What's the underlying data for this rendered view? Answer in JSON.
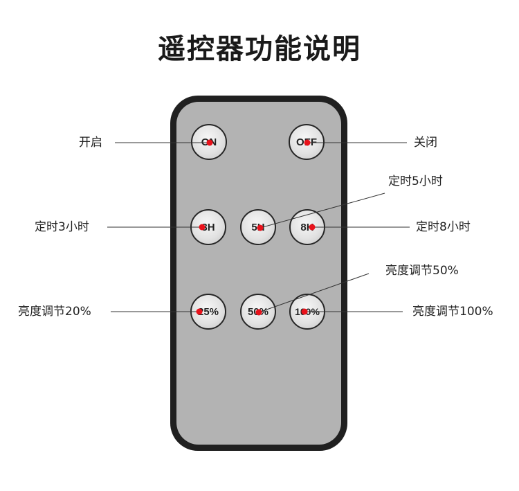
{
  "title": "遥控器功能说明",
  "buttons": {
    "on": "ON",
    "off": "OFF",
    "h3": "3H",
    "h5": "5H",
    "h8": "8H",
    "p25": "25%",
    "p50": "50%",
    "p100": "100%"
  },
  "labels": {
    "on": "开启",
    "off": "关闭",
    "h3": "定时3小时",
    "h5": "定时5小时",
    "h8": "定时8小时",
    "p20": "亮度调节20%",
    "p50": "亮度调节50%",
    "p100": "亮度调节100%"
  },
  "colors": {
    "remote_body": "#202020",
    "remote_face": "#b3b3b3",
    "indicator_dot": "#e8121b",
    "leader_line": "#333333"
  }
}
